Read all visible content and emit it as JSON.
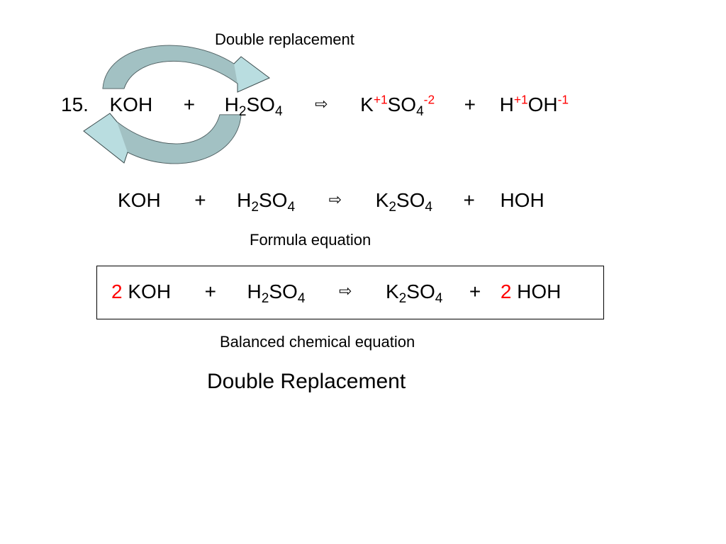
{
  "labels": {
    "top": "Double replacement",
    "formula": "Formula equation",
    "balanced": "Balanced chemical  equation",
    "title": "Double Replacement"
  },
  "eq1": {
    "number": "15.",
    "r1": "KOH",
    "plus1": "+",
    "r2_a": "H",
    "r2_sub": "2",
    "r2_b": "SO",
    "r2_sub2": "4",
    "arrow": "⇨",
    "p1_a": "K",
    "p1_sup": "+1",
    "p1_b": "SO",
    "p1_sub": "4",
    "p1_sup2": "-2",
    "plus2": "+",
    "p2_a": "H",
    "p2_sup": "+1",
    "p2_b": "OH",
    "p2_sup2": "-1"
  },
  "eq2": {
    "r1": "KOH",
    "plus1": "+",
    "r2_a": "H",
    "r2_sub": "2",
    "r2_b": "SO",
    "r2_sub2": "4",
    "arrow": "⇨",
    "p1_a": "K",
    "p1_sub": "2",
    "p1_b": "SO",
    "p1_sub2": "4",
    "plus2": "+",
    "p2": "HOH"
  },
  "eq3": {
    "coef1": "2",
    "r1": "KOH",
    "plus1": "+",
    "r2_a": "H",
    "r2_sub": "2",
    "r2_b": "SO",
    "r2_sub2": "4",
    "arrow": "⇨",
    "p1_a": "K",
    "p1_sub": "2",
    "p1_b": "SO",
    "p1_sub2": "4",
    "plus2": "+",
    "coef2": "2",
    "p2": "HOH"
  },
  "colors": {
    "coefficient": "#ff0000",
    "superscript_charge": "#ff0000",
    "arrow_top_fill": "#b9dde0",
    "arrow_bottom_fill": "#b9dde0",
    "arrow_dark": "#8fa9ab"
  }
}
